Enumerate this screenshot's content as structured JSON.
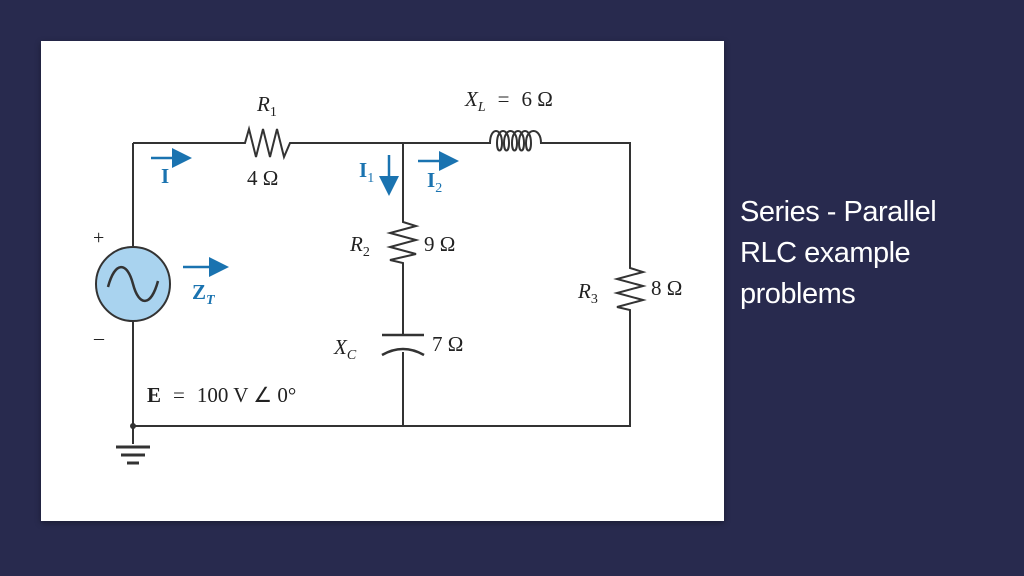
{
  "slide": {
    "title_lines": [
      "Series - Parallel",
      "RLC example",
      "problems"
    ]
  },
  "circuit": {
    "R1": {
      "name": "R",
      "sub": "1",
      "value": "4 Ω"
    },
    "XL": {
      "name": "X",
      "sub": "L",
      "eq": "=",
      "value": "6 Ω"
    },
    "R2": {
      "name": "R",
      "sub": "2",
      "value": "9 Ω"
    },
    "XC": {
      "name": "X",
      "sub": "C",
      "value": "7 Ω"
    },
    "R3": {
      "name": "R",
      "sub": "3",
      "value": "8 Ω"
    },
    "currents": {
      "I": "I",
      "I1": {
        "name": "I",
        "sub": "1"
      },
      "I2": {
        "name": "I",
        "sub": "2"
      },
      "ZT": {
        "name": "Z",
        "sub": "T"
      }
    },
    "source": {
      "plus": "+",
      "minus": "–",
      "label": "E",
      "eq": "=",
      "value": "100 V ∠ 0°"
    }
  },
  "colors": {
    "background": "#282a4e",
    "panel": "#ffffff",
    "current_arrow": "#1a73b0",
    "source_fill": "#a9d3ef"
  }
}
